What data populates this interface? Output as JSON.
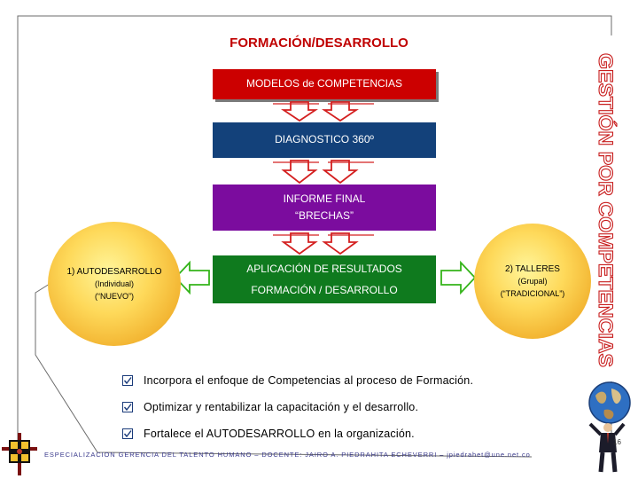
{
  "slide": {
    "title": "FORMACIÓN/DESARROLLO",
    "side_title": "GESTIÓN POR COMPETENCIAS",
    "boxes": {
      "models": "MODELOS de COMPETENCIAS",
      "diagnostic": "DIAGNOSTICO 360º",
      "report_line1": "INFORME FINAL",
      "report_line2": "“BRECHAS”",
      "apply_line1": "APLICACIÓN DE RESULTADOS",
      "apply_line2": "FORMACIÓN / DESARROLLO"
    },
    "left_circle": {
      "title": "1) AUTODESARROLLO",
      "line1": "(Individual)",
      "line2": "(“NUEVO”)"
    },
    "right_circle": {
      "title": "2) TALLERES",
      "line1": "(Grupal)",
      "line2": "(“TRADICIONAL”)"
    },
    "bullets": [
      "Incorpora el enfoque de Competencias al proceso de Formación.",
      "Optimizar y rentabilizar la capacitación y el desarrollo.",
      "Fortalece el AUTODESARROLLO en la organización."
    ],
    "footer": "ESPECIALIZACION GERENCIA DEL TALENTO HUMANO – DOCENTE: JAIRO A. PIEDRAHITA ECHEVERRI – jpiedrahet@une.net.co",
    "page_number": "16"
  },
  "colors": {
    "title": "#c00000",
    "models_box": "#cc0000",
    "diagnostic_box": "#13417a",
    "report_box": "#7b0c9e",
    "apply_box": "#0f7a1e",
    "side_title": "#c81e1e",
    "circle": "#fed95a"
  },
  "icons": [
    "check-box-icon",
    "emblem-icon",
    "globe-icon",
    "businessman-icon"
  ]
}
